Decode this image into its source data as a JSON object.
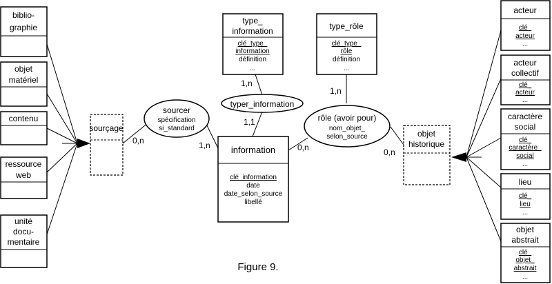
{
  "caption": "Figure 9.",
  "left_entities": {
    "bibliographie": [
      "biblio-",
      "graphie"
    ],
    "objet_materiel": [
      "objet",
      "matériel"
    ],
    "contenu": [
      "contenu"
    ],
    "ressource_web": [
      "ressource",
      "web"
    ],
    "unite_documentaire": [
      "unité",
      "docu-",
      "mentaire"
    ]
  },
  "sourcage": {
    "name": "sourçage"
  },
  "sourcer": {
    "name": "sourcer",
    "attrs": [
      "spécification",
      "si_standard"
    ]
  },
  "information": {
    "name": "information",
    "key": "clé_information",
    "attrs": [
      "date",
      "date_selon_source",
      "libellé"
    ]
  },
  "type_information": {
    "name": [
      "type_",
      "information"
    ],
    "key": [
      "clé_type_",
      "information"
    ],
    "attrs": [
      "définition",
      "..."
    ]
  },
  "typer_information": {
    "name": "typer_information"
  },
  "type_role": {
    "name": "type_rôle",
    "key": [
      "clé_type_",
      "rôle"
    ],
    "attrs": [
      "définition",
      "..."
    ]
  },
  "role": {
    "name": "rôle (avoir pour)",
    "attrs": [
      "nom_objet_",
      "selon_source"
    ]
  },
  "objet_historique": {
    "name": [
      "objet",
      "historique"
    ]
  },
  "cardinalities": {
    "sourcer_sourcage": "0,n",
    "sourcer_information": "1,n",
    "typer_type_information": "1,n",
    "typer_information": "1,1",
    "role_type_role": "1,n",
    "role_information": "0,n",
    "role_objet_historique": "0,n"
  },
  "right_entities": {
    "acteur": {
      "name": [
        "acteur"
      ],
      "key": [
        "clé_",
        "acteur"
      ],
      "more": "..."
    },
    "acteur_collectif": {
      "name": [
        "acteur",
        "collectif"
      ],
      "key": [
        "clé_",
        "acteur"
      ],
      "more": "..."
    },
    "caractere_social": {
      "name": [
        "caractère",
        "social"
      ],
      "key": [
        "clé_",
        "caractère_",
        "social"
      ],
      "more": "..."
    },
    "lieu": {
      "name": [
        "lieu"
      ],
      "key": [
        "clé_",
        "lieu"
      ],
      "more": "..."
    },
    "objet_abstrait": {
      "name": [
        "objet",
        "abstrait"
      ],
      "key": [
        "clé_",
        "objet_",
        "abstrait"
      ],
      "more": "..."
    }
  }
}
